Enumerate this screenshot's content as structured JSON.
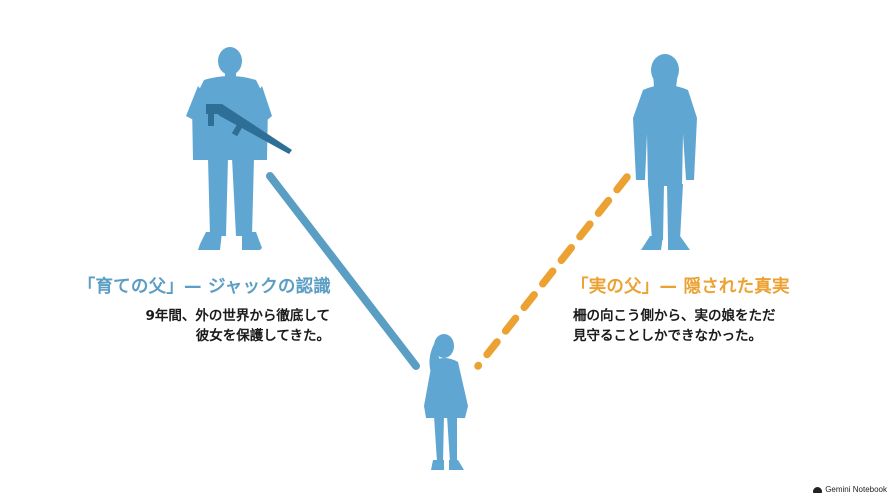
{
  "colors": {
    "figure": "#5fa7d2",
    "figure_shade": "#4f95c0",
    "weapon": "#2e6f97",
    "left_line": "#5b9ec4",
    "right_line": "#eca233",
    "background": "#ffffff"
  },
  "left": {
    "title": "「育ての父」— ジャックの認識",
    "line1": "9年間、外の世界から徹底して",
    "line2": "彼女を保護してきた。"
  },
  "right": {
    "title": "「実の父」— 隠された真実",
    "line1": "柵の向こう側から、実の娘をただ",
    "line2": "見守ることしかできなかった。"
  },
  "brand": {
    "icon": "cloud-icon",
    "label": "Gemini Notebook"
  }
}
